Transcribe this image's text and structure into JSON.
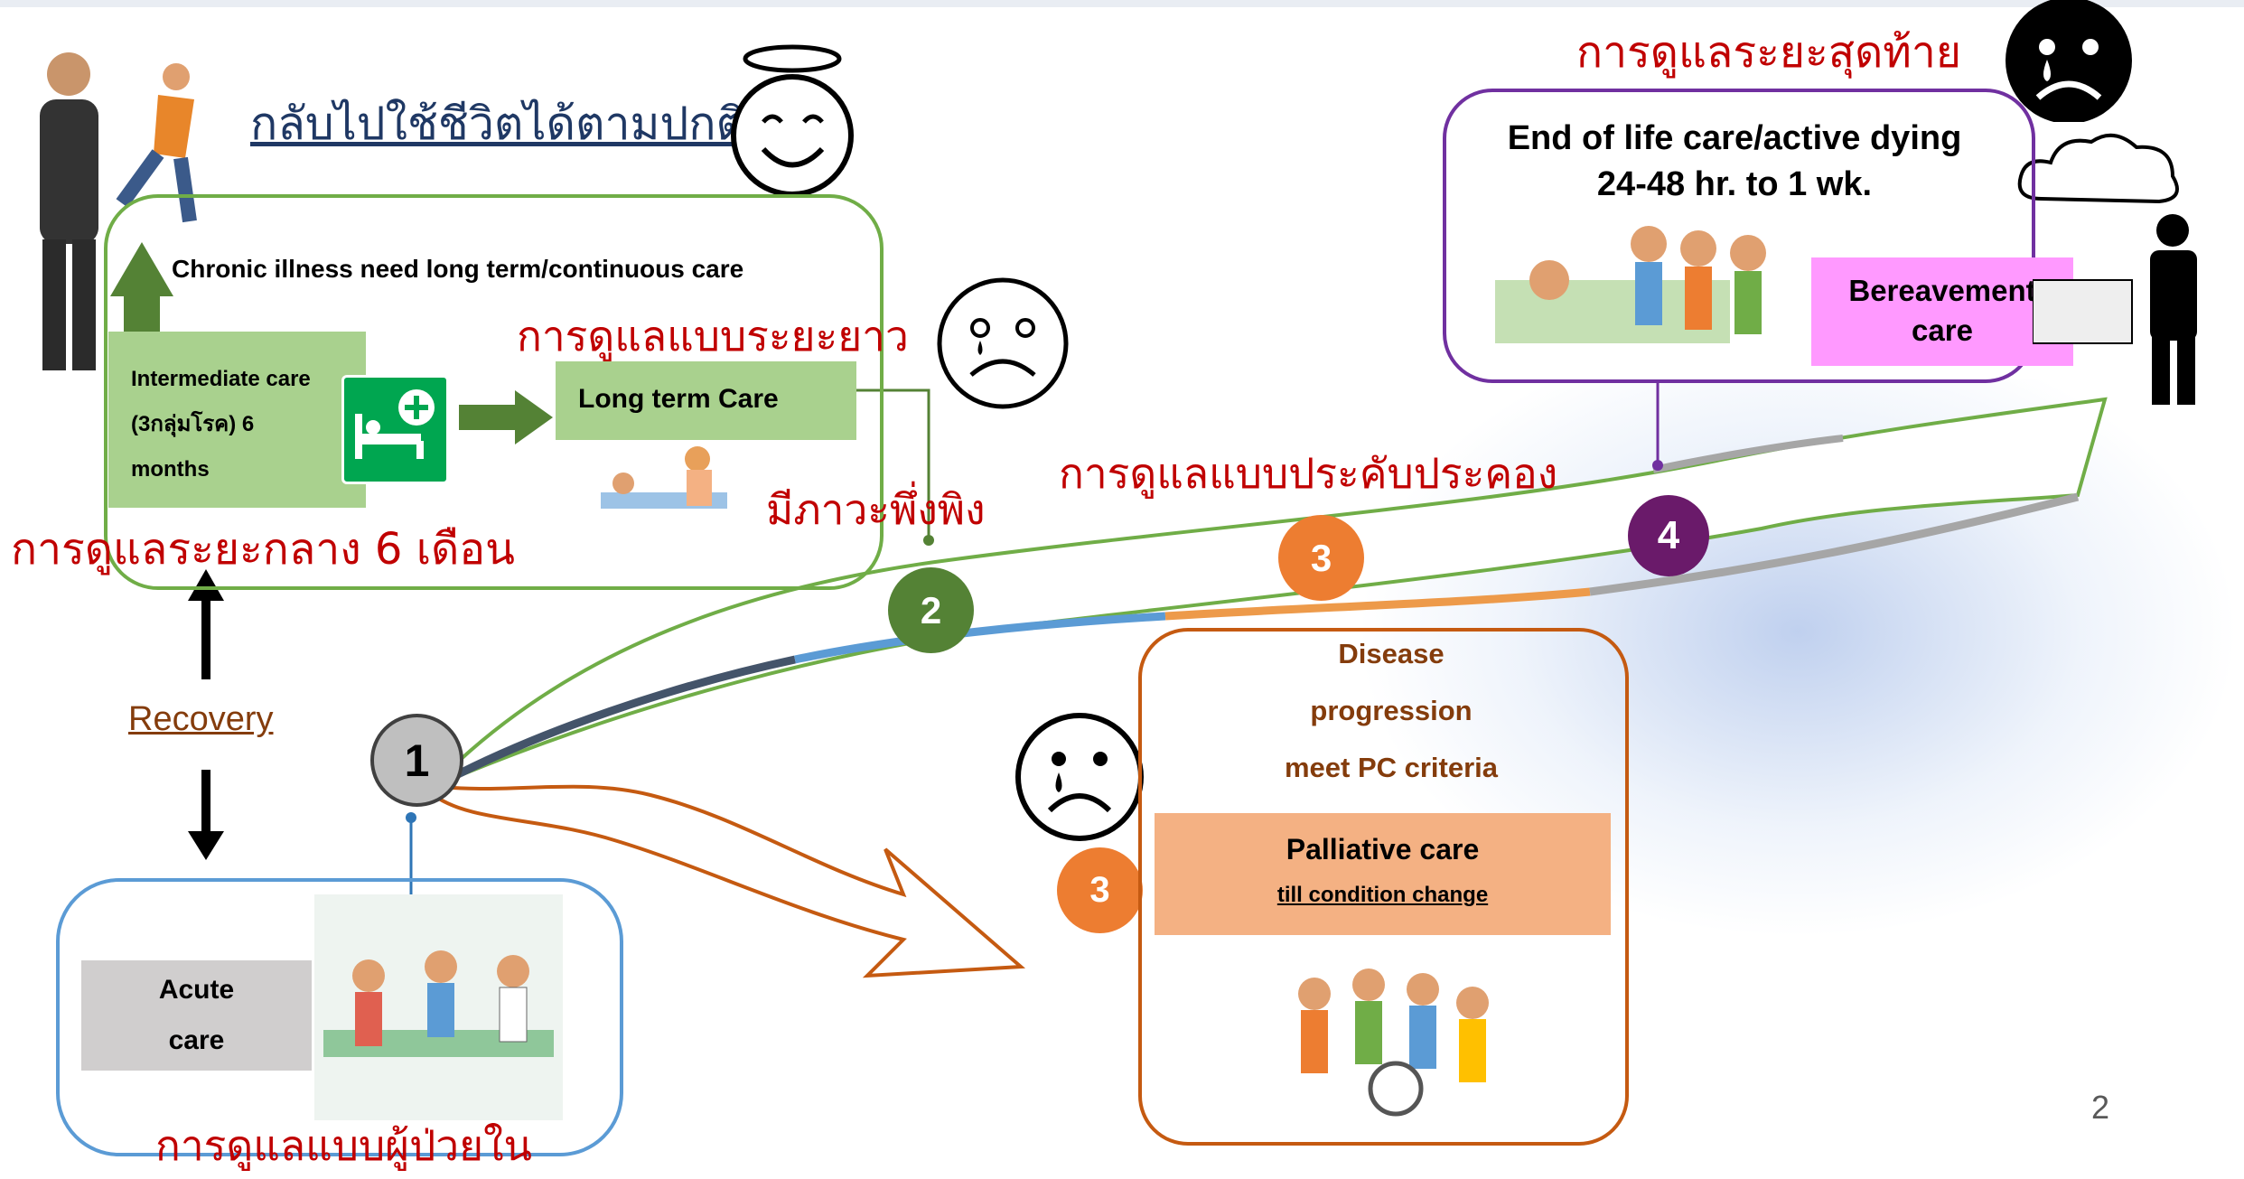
{
  "slide": {
    "page_number": "2",
    "colors": {
      "green": "#70ad47",
      "dark_green": "#548235",
      "light_green": "#a9d18e",
      "orange": "#ed7d31",
      "brown": "#c55a11",
      "purple": "#7030a0",
      "blue": "#2e75b6",
      "red_text": "#c00000",
      "pink": "#ff99ff",
      "gray": "#d0cece"
    }
  },
  "top_left": {
    "return_normal_label": "กลับไปใช้ชีวิตได้ตามปกติ",
    "icons": [
      "businessman-illustration",
      "running-man-illustration",
      "angel-smiley-icon"
    ]
  },
  "chronic_box": {
    "title": "Chronic illness need long term/continuous care",
    "intermediate_care": [
      "Intermediate care",
      "(3กลุ่มโรค)  6",
      "months"
    ],
    "intermediate_thai": "การดูแลระยะกลาง 6 เดือน",
    "long_term_thai": "การดูแลแบบระยะยาว",
    "long_term_care": "Long term Care",
    "dependency_thai": "มีภาวะพึ่งพิง",
    "icons": [
      "hospital-bed-icon",
      "sad-face-icon",
      "caregiver-illustration"
    ]
  },
  "recovery": {
    "label": "Recovery"
  },
  "acute": {
    "label_line1": "Acute",
    "label_line2": "care",
    "thai": "การดูแลแบบผู้ป่วยใน"
  },
  "path": {
    "markers": [
      "1",
      "2",
      "3",
      "3",
      "4"
    ],
    "supportive_thai": "การดูแลแบบประคับประคอง"
  },
  "palliative": {
    "progression_lines": [
      "Disease",
      "progression",
      "meet PC criteria"
    ],
    "title": "Palliative care",
    "subtitle": "till condition change",
    "icons": [
      "crying-face-icon",
      "music-group-illustration"
    ]
  },
  "end_of_life": {
    "thai": "การดูแลระยะสุดท้าย",
    "title_line1": "End of life care/active dying",
    "title_line2": "24-48 hr. to 1 wk.",
    "bereavement_line1": "Bereavement",
    "bereavement_line2": "care",
    "icons": [
      "black-crying-face-icon",
      "cloud-icon",
      "mourner-illustration",
      "family-bedside-illustration"
    ]
  }
}
